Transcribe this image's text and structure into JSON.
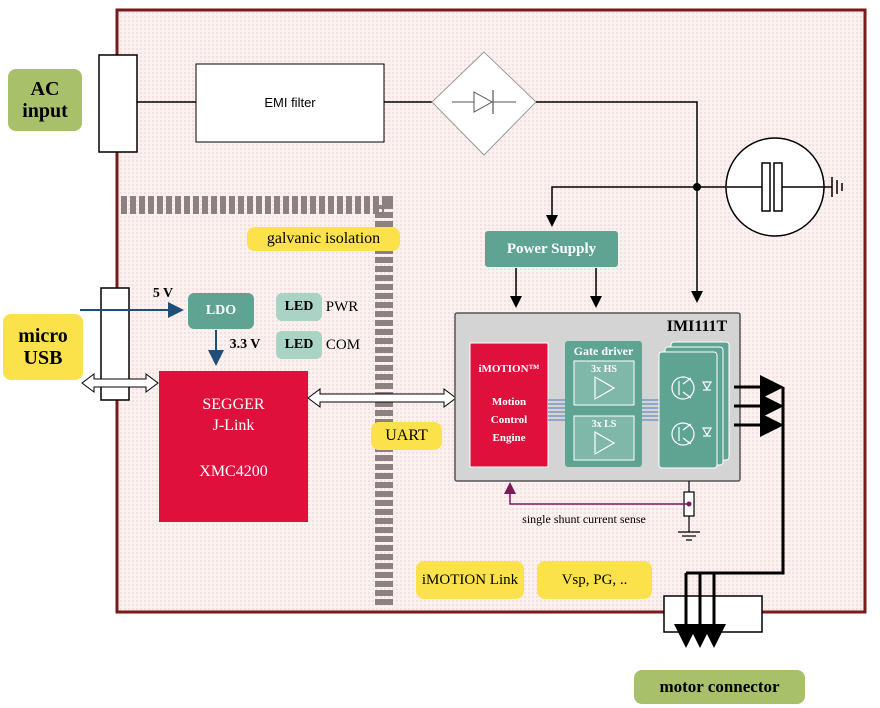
{
  "labels": {
    "ac_input": "AC\ninput",
    "micro_usb": "micro\nUSB",
    "emi_filter": "EMI filter",
    "galvanic_isolation": "galvanic isolation",
    "power_supply": "Power Supply",
    "ldo": "LDO",
    "five_v": "5 V",
    "three_v": "3.3 V",
    "led1": "LED",
    "pwr": "PWR",
    "led2": "LED",
    "com": "COM",
    "segger_line1": "SEGGER",
    "segger_line2": "J-Link",
    "xmc": "XMC4200",
    "uart": "UART",
    "imi111t": "IMI111T",
    "imotion_engine": "iMOTION™",
    "motion_control": "Motion\nControl\nEngine",
    "gate_driver": "Gate driver",
    "hs": "3x HS",
    "ls": "3x LS",
    "shunt": "single shunt current sense",
    "imotion_link": "iMOTION Link",
    "vsp": "Vsp, PG, ..",
    "motor_connector": "motor connector"
  },
  "colors": {
    "board_border": "#7a1a1a",
    "board_fill": "#fbefef",
    "isolation": "#8c8080",
    "teal": "#5fa493",
    "red": "#e0103c",
    "gray_box": "#d4d4d4"
  }
}
